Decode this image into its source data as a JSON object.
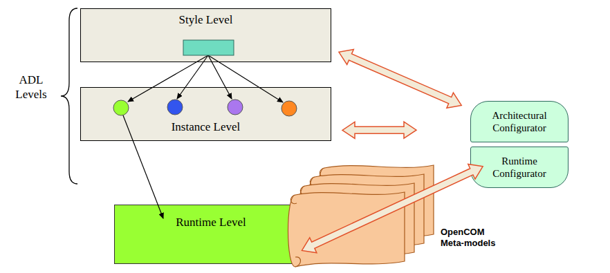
{
  "diagram": {
    "nodes": [
      {
        "text": [
          "Style Level"
        ]
      },
      {
        "text": [
          "Instance Level"
        ]
      },
      {
        "text": [
          "Runtime Level"
        ]
      },
      {
        "text": [
          "Architectural Configurator"
        ]
      },
      {
        "text": [
          "Runtime Configurator"
        ]
      },
      {
        "text": [
          "OpenCOM Meta-models"
        ]
      }
    ],
    "edges": [
      {
        "from": 0,
        "to": 3,
        "arrow": "both"
      },
      {
        "from": 1,
        "to": 3,
        "arrow": "both"
      },
      {
        "from": 4,
        "to": 5,
        "arrow": "both"
      }
    ],
    "labels": [
      "ADL Levels"
    ]
  }
}
